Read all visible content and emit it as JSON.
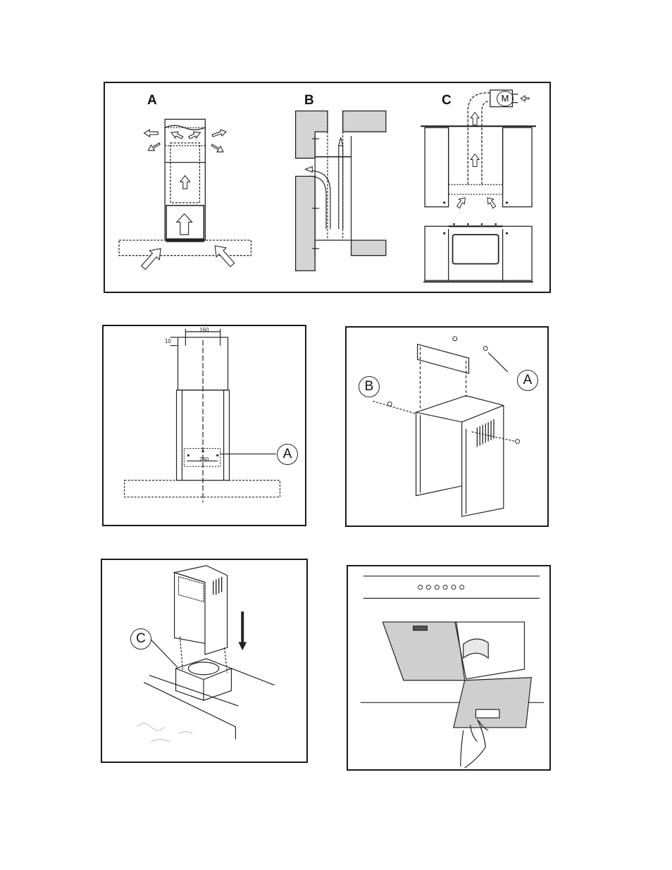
{
  "figure1": {
    "label_a": "A",
    "label_b": "B",
    "label_c": "C",
    "motor_label": "M"
  },
  "figure2": {
    "dim_width": "160",
    "dim_offset": "10",
    "dim_holes": "260",
    "callout": "A"
  },
  "figure3": {
    "callout_a": "A",
    "callout_b": "B"
  },
  "figure4": {
    "callout_c": "C"
  }
}
